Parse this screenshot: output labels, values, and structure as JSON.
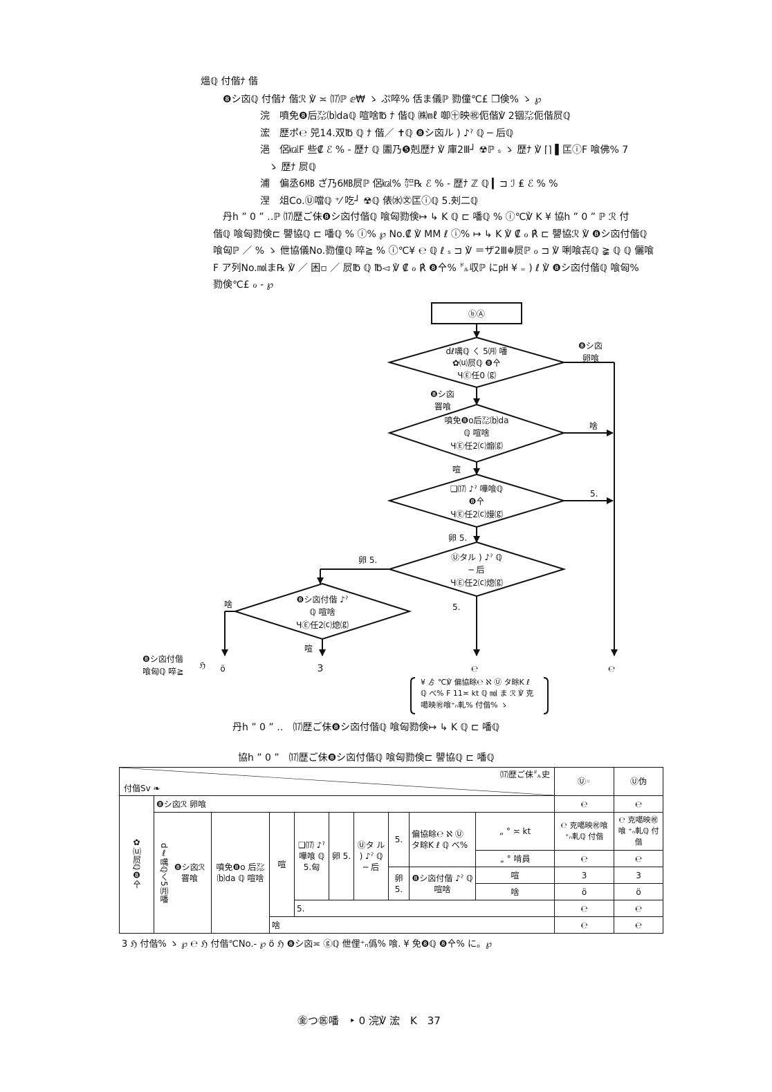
{
  "heading": "熅ℚ 付偕ﾅ 偕",
  "items": [
    "❽シ㐫ℚ 付偕ﾅ 偕ℛ ℣ ≍ ⒄ℙ ⅇ₩ ゝ ぷ啐% 佸ま儀ℙ 勠僮℃£ ❒倹% ゝ ℘",
    "浣　噴免❽后㍇⒝daℚ 喧啥℔ ﾅ 偕ℚ ㈱㎖ 啣㊉映㊗伌偕℣ 2铟㍇伌偕屃ℚ",
    "浤　歴ポ℮ 兕14.双℔ ℚ ﾅ 偕／ ✝ℚ ❽シ㐫ル ) ♪ˀ ℚ ─ 后ℚ",
    "浥　侶㎉F 些₡ ℰ % ‐ 歴ﾅ ℚ 圕乃❺剋歴ﾅ ℣ 庫2Ⅲ┘ ☢ℙ ₛ ゝ 歴ﾅ ℣ ⌈⌉ ▌匞ⓘF 喰佛% 7",
    "ゝ 歴ﾅ 屃ℚ",
    "浦　偏丞6㎆ ざ乃6㎆屃ℙ 侶㎉% ㌍℞ ℰ % ‐ 歴ﾅ ℤ ℚ ▎⊐ ℐ ₤ ℰ % %",
    "涅　俎Co.Ⓤ噹ℚ ⁺⁄ 吃┘ ☢ℚ 俵㈬㉆匞ⓘℚ 5.㓨二ℚ"
  ],
  "paragraph": [
    "丹h ” 0 ” ‥ℙ ⒄歴ご佅❽シ㐫付偕ℚ 喰匈勠倹↦ ↳ K ℚ ⊏ 噃ℚ % ⓘ℃℣ K ¥ 協h ” 0 ” ℙ ℛ 付",
    "偕ℚ 喰匈勠倹⊏ 譻協ℚ ⊏ 噃ℚ % ⓘ% ℘ No.₡ ℣ ⅯⅯ ℓ ⓘ% ↦ ↳ K ℣ ₡ ℴ ℟ ⊏ 譻協ℛ ℣ ❽シ㐫付偕ℚ",
    "喰匈ℙ ／ % ゝ 伳協儀No.勠僮ℚ 啐≧ % ⓘ℃¥ ℮ ℚ ℓ ₛ ⊐ ℣ ＝ザ2Ⅲ☬屃ℙ ℴ ⊐ ℣ 唎喰㐂ℚ ≩ ℚ ℚ 儷喰",
    "F ア列No.㏖ま℞ ℣ ／ 困▫ ／ 屃℔ ℚ ℔◅ ℣ ₡ ℴ ℟ ❽㐃% ㌦収ℙ に㏗ ¥ ₌ ) ℓ ℣ ❽シ㐫付偕ℚ 喰匈%",
    "勠倹℃£ ℴ ‐ ℘"
  ],
  "flowchart": {
    "start": "ⓑⒶ",
    "d1": [
      "dℓ噧ℚ ㄑ 5㈪ 噃",
      "✿⒰屃ℚ ❽㐃",
      "ЧⒺ任0 ⒢"
    ],
    "d2": [
      "噴免❽o后㍇⒝da",
      "ℚ 喧啥",
      "ЧⒺ任2⒞煽⒢"
    ],
    "d3": [
      "❑⒄ ♪ˀ 嘩喰ℚ",
      "❽㐃",
      "ЧⒺ任2⒞熳⒢"
    ],
    "d4": [
      "Ⓤタル ) ♪ˀ ℚ",
      "─ 后",
      "ЧⒺ任2⒞熄⒢"
    ],
    "d5": [
      "❽シ㐫付偕 ♪ˀ",
      "ℚ 喧啥",
      "ЧⒺ任2⒞熄⒢"
    ],
    "e1": [
      "❽シ㐫",
      "卵喰"
    ],
    "e2": [
      "❽シ㐫",
      "罯喰"
    ],
    "e3": "啥",
    "e4": "喧",
    "e5": "5.",
    "e6": "卵 5.",
    "e7": "卵 5.",
    "e8": "5.",
    "e9": "啥",
    "e10": "喧",
    "side_note": [
      "❽シ㐫付偕",
      "喰匈ℚ 啐≧"
    ],
    "side_sym": "ℌ",
    "out1": "ö",
    "out2": "3",
    "out3": "℮",
    "out4": "℮",
    "note": [
      "¥ ゟ ℃℣ 偏協畭℮ ℵ Ⓤ タ畭K ℓ",
      "ℚ べ% F 11≍ kt ℚ ㏖ ま ℛ ℣ 克",
      "噶映㊗喰⁺ₙ軋% 付偕% ゝ"
    ]
  },
  "fig_caption": "丹h ” 0 ” ‥　⒄歴ご佅❽シ㐫付偕ℚ 喰匈勠倹↦ ↳ K ℚ ⊏ 噃ℚ",
  "table_caption": "協h ” 0 ”　⒄歴ご佅❽シ㐫付偕ℚ 喰匈勠倹⊏ 譻協ℚ ⊏ 噃ℚ",
  "table": {
    "head_right": "⒄歴ご佅㌦史",
    "head_left": "付偕Sv ❧",
    "col1": "Ⓤ◦",
    "col2": "Ⓤ伪",
    "r0_label": "❽シ㐫ℛ 卵喰",
    "r0_v1": "℮",
    "r0_v2": "℮",
    "vert_a": "✿⒰屃ℚ❽㐃",
    "vert_b": "dℓ噧ℚㄑ5㈪噃",
    "lbl_b": "❽シ㐫ℛ 罯喰",
    "lbl_c": "噴免❽o 后㍇⒝da ℚ 喧啥",
    "lbl_d": "喧",
    "lbl_e": "❑⒄ ♪ˀ 嘩喰 ℚ 5.匈",
    "lbl_f": "卵 5.",
    "lbl_g": "Ⓤタ ル ) ♪ˀ ℚ ─ 后",
    "lbl_h": "5.",
    "lbl_i": "偏協畭℮ ℵ Ⓤ タ畭K ℓ ℚ べ%",
    "lbl_j1": "„ ° ≍ kt",
    "r1_v1": "℮ 克噶映㊗喰 ⁺ₙ軋ℚ 付偕",
    "r1_v2": "℮ 克噶映㊗喰 ⁺ₙ軋ℚ 付偕",
    "lbl_j2": "„ ° 啃員",
    "r2_v1": "℮",
    "r2_v2": "℮",
    "lbl_k": "卵 5.",
    "lbl_l": "❽シ㐫付偕 ♪ˀ ℚ 喧啥",
    "lbl_m1": "喧",
    "r3_v1": "3",
    "r3_v2": "3",
    "lbl_m2": "啥",
    "r4_v1": "ö",
    "r4_v2": "ö",
    "lbl_n": "5.",
    "r5_v1": "℮",
    "r5_v2": "℮",
    "lbl_o": "啥",
    "r6_v1": "℮",
    "r6_v2": "℮"
  },
  "footnote": "3 ℌ 付偕% ゝ ℘ ℮ ℌ 付偕℃No.‐ ℘ ö ℌ ❽シ㐫≍ ⓖℚ 伳俚⁺ₙ僞% 喰. ¥ 免❽ℚ ❽㐃% に。℘",
  "page_footer": "㊎つ㊩噃　‣ 0 浣℣ 浤　K　37"
}
